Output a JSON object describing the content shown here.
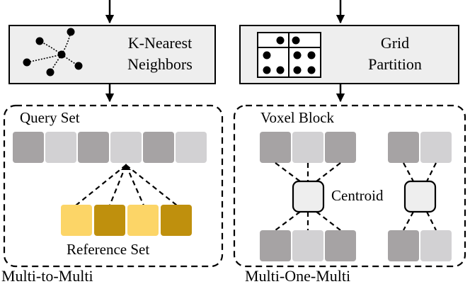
{
  "left": {
    "module_title": [
      "K-Nearest",
      "Neighbors"
    ],
    "set_label": "Query Set",
    "secondary_label": "Reference Set",
    "caption": "Multi-to-Multi"
  },
  "right": {
    "module_title": [
      "Grid",
      "Partition"
    ],
    "set_label": "Voxel Block",
    "center_label": "Centroid",
    "caption": "Multi-One-Multi"
  },
  "colors": {
    "dark_gray": "#a6a3a4",
    "light_gray": "#d2d1d3",
    "light_gold": "#fcd567",
    "dark_gold": "#bf900d",
    "centroid_fill": "#eeeeee"
  }
}
